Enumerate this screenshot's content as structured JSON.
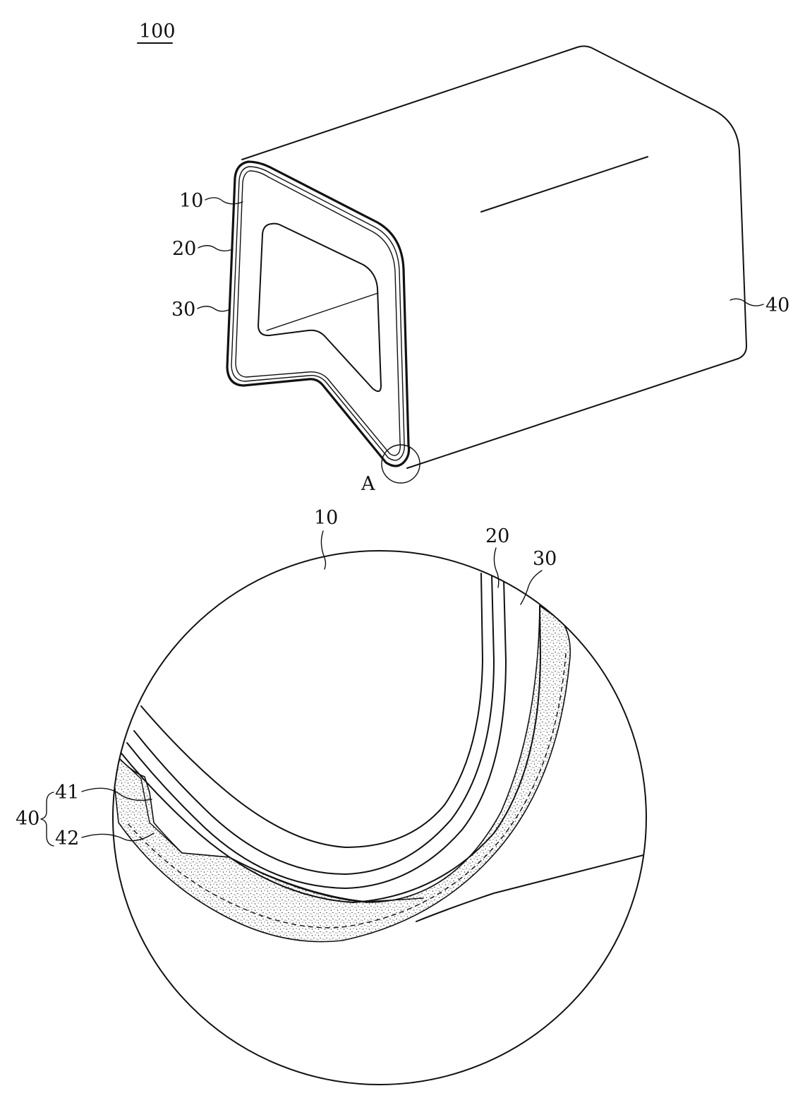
{
  "figure": {
    "ref_main": "100",
    "labels_top": {
      "frame": "10",
      "first_layer": "20",
      "second_layer": "30",
      "cover": "40",
      "detail_marker": "A"
    },
    "labels_detail": {
      "frame": "10",
      "first_layer": "20",
      "second_layer": "30",
      "cover_group": "40",
      "cover_inner": "41",
      "cover_outer": "42"
    }
  }
}
